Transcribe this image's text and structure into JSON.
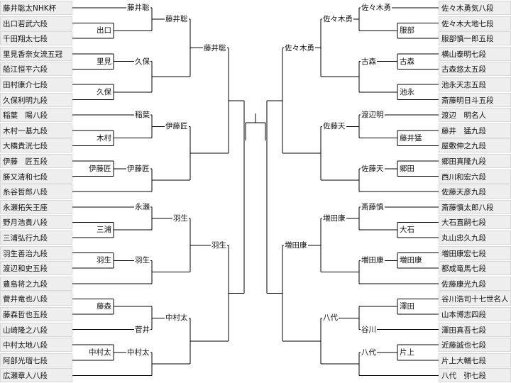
{
  "left_players": [
    "藤井聡太NHK杯",
    "出口若武六段",
    "千田翔太七段",
    "里見香奈女流五冠",
    "船江恒平六段",
    "田村康介七段",
    "久保利明九段",
    "稲葉　陽八段",
    "木村一基九段",
    "大橋貴洸七段",
    "伊藤　匠五段",
    "勝又清和七段",
    "糸谷哲郎八段",
    "永瀬拓矢王座",
    "野月浩貴八段",
    "三浦弘行九段",
    "羽生善治九段",
    "渡辺和史五段",
    "豊島将之九段",
    "菅井竜也八段",
    "藤森哲也五段",
    "山崎隆之八段",
    "中村太地八段",
    "阿部光瑠七段",
    "広瀬章人八段"
  ],
  "right_players": [
    "佐々木勇気八段",
    "佐々木大地七段",
    "服部慎一郎五段",
    "横山泰明七段",
    "古森悠太五段",
    "池永天志五段",
    "斎藤明日斗五段",
    "渡辺　明名人",
    "藤井　猛九段",
    "屋敷伸之九段",
    "郷田真隆九段",
    "西川和宏六段",
    "佐藤天彦九段",
    "斎藤慎太郎八段",
    "大石直嗣七段",
    "丸山忠久九段",
    "増田康宏七段",
    "都成竜馬七段",
    "佐藤康光九段",
    "谷川浩司十七世名人",
    "山本博志四段",
    "澤田真吾七段",
    "近藤誠也七段",
    "片上大輔七段",
    "八代　弥七段"
  ],
  "left_winners": {
    "r1": [
      "出口",
      "里見",
      "久保",
      "木村",
      "伊藤匠",
      "三浦",
      "羽生",
      "藤森",
      "中村太"
    ],
    "r2": [
      "藤井聡",
      "久保",
      "稲葉",
      "伊藤匠",
      "永瀬",
      "羽生",
      "菅井",
      "中村太"
    ],
    "r3": [
      "藤井聡",
      "伊藤匠",
      "羽生",
      "中村太"
    ],
    "r4": [
      "藤井聡",
      "羽生"
    ]
  },
  "right_winners": {
    "r1": [
      "服部",
      "古森",
      "池永",
      "藤井猛",
      "郷田",
      "大石",
      "増田康",
      "澤田",
      "片上"
    ],
    "r2": [
      "佐々木勇",
      "古森",
      "渡辺明",
      "佐藤天",
      "斎藤慎",
      "増田康",
      "谷川",
      "八代"
    ],
    "r3": [
      "佐々木勇",
      "佐藤天",
      "増田康",
      "八代"
    ],
    "r4": [
      "佐々木勇",
      "増田康"
    ]
  }
}
